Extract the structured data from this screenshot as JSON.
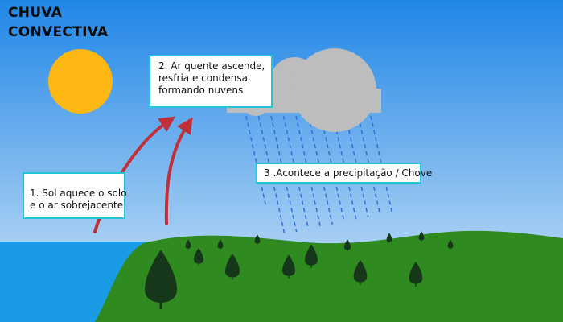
{
  "title": {
    "line1": "CHUVA",
    "line2": "CONVECTIVA"
  },
  "steps": [
    {
      "lines": [
        "1. Sol aquece o solo",
        "e o  ar sobrejacente"
      ]
    },
    {
      "lines": [
        "2. Ar quente ascende,",
        "resfria e condensa,",
        "formando nuvens"
      ]
    },
    {
      "lines": [
        "3 .Acontece a precipitação / Chove"
      ]
    }
  ],
  "colors": {
    "sky_top": "#1f86e6",
    "sky_bottom": "#d3e6f8",
    "sun": "#fdb813",
    "cloud": "#bdbdbd",
    "rain": "#2e6fd8",
    "arrow": "#c0303a",
    "sea": "#1a9be6",
    "grass": "#2f8a1f",
    "tree": "#16371a",
    "box_border": "#22c4d6"
  },
  "icons": {
    "sun": "sun-icon",
    "cloud": "cloud-icon",
    "arrow": "arrow-up-icon",
    "tree": "tree-icon"
  }
}
